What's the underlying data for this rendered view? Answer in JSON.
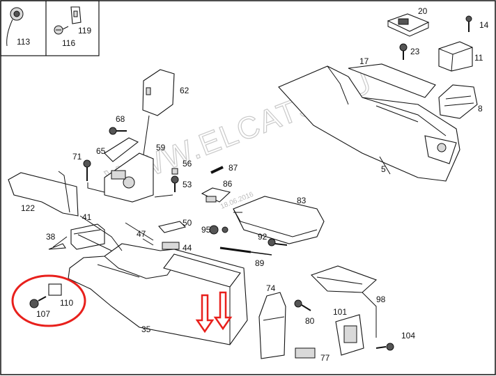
{
  "watermark": "WWW.ELCATS.RU",
  "date_stamp": "18.06.2016",
  "colors": {
    "highlight": "#e8201c",
    "ink": "#111111",
    "background": "#ffffff"
  },
  "inset_labels": [
    "113",
    "116",
    "119"
  ],
  "labels": {
    "p5": "5",
    "p8": "8",
    "p11": "11",
    "p14": "14",
    "p17": "17",
    "p20": "20",
    "p23": "23",
    "p35": "35",
    "p38": "38",
    "p41": "41",
    "p44": "44",
    "p47": "47",
    "p50": "50",
    "p53": "53",
    "p56": "56",
    "p59": "59",
    "p62": "62",
    "p65": "65",
    "p68": "68",
    "p71": "71",
    "p74": "74",
    "p77": "77",
    "p80": "80",
    "p83": "83",
    "p86": "86",
    "p87": "87",
    "p89": "89",
    "p92": "92",
    "p95": "95",
    "p98": "98",
    "p101": "101",
    "p104": "104",
    "p107": "107",
    "p110": "110",
    "p122": "122"
  }
}
